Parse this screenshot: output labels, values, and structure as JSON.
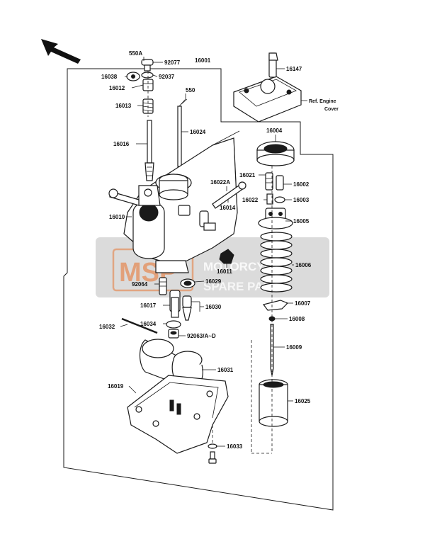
{
  "watermark": {
    "logo_letters": "MSP",
    "line1": "MOTORCYCLE",
    "line2": "SPARE PARTS",
    "accent_color": "#e8702a",
    "panel_color": "#bdbdbd"
  },
  "labels": {
    "p550A": "550A",
    "p92077": "92077",
    "p16001": "16001",
    "p16038": "16038",
    "p92037": "92037",
    "p16012": "16012",
    "p550": "550",
    "p16013": "16013",
    "p16016": "16016",
    "p16024": "16024",
    "p16147": "16147",
    "ref_line1": "Ref. Engine",
    "ref_line2": "Cover",
    "p16004": "16004",
    "p16021": "16021",
    "p16002": "16002",
    "p16022A": "16022A",
    "p16022": "16022",
    "p16003": "16003",
    "p16014": "16014",
    "p16010": "16010",
    "p16005": "16005",
    "p16011": "16011",
    "p16006": "16006",
    "p92064": "92064",
    "p16029": "16029",
    "p16007": "16007",
    "p16017": "16017",
    "p16030": "16030",
    "p16008": "16008",
    "p16032": "16032",
    "p16034": "16034",
    "p92063": "92063/A~D",
    "p16009": "16009",
    "p16031": "16031",
    "p16019": "16019",
    "p16025": "16025",
    "p16033": "16033"
  }
}
